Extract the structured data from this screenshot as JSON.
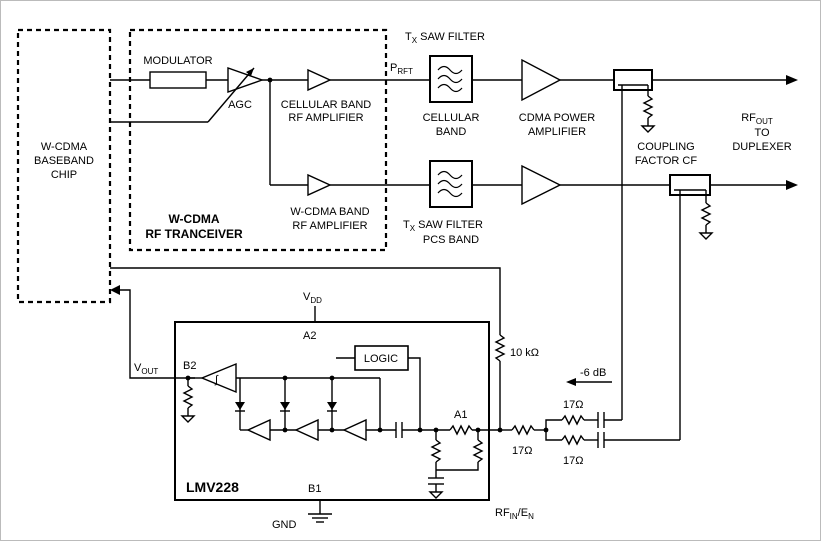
{
  "blocks": {
    "baseband": [
      "W-CDMA",
      "BASEBAND",
      "CHIP"
    ],
    "transceiver": [
      "W-CDMA",
      "RF TRANCEIVER"
    ],
    "modulator": "MODULATOR",
    "agc": "AGC",
    "cell_amp": [
      "CELLULAR BAND",
      "RF AMPLIFIER"
    ],
    "wcdma_amp": [
      "W-CDMA BAND",
      "RF AMPLIFIER"
    ],
    "saw_top": {
      "t": "T",
      "sub": "X",
      "rest": " SAW FILTER"
    },
    "saw_top_label": [
      "CELLULAR",
      "BAND"
    ],
    "prft": {
      "p": "P",
      "sub": "RFT"
    },
    "saw_bottom": {
      "t": "T",
      "sub": "X",
      "rest": " SAW FILTER"
    },
    "saw_bottom_label": "PCS BAND",
    "pa": [
      "CDMA POWER",
      "AMPLIFIER"
    ],
    "coupling": "COUPLING",
    "coupling2": "FACTOR CF",
    "rfout": {
      "rf": "RF",
      "sub": "OUT",
      "line2": "TO",
      "line3": "DUPLEXER"
    }
  },
  "chip": {
    "name": "LMV228",
    "vdd": {
      "v": "V",
      "sub": "DD"
    },
    "a2": "A2",
    "b2": "B2",
    "a1": "A1",
    "b1": "B1",
    "logic": "LOGIC",
    "vout": {
      "v": "V",
      "sub": "OUT"
    },
    "gnd": "GND",
    "rfin": {
      "rf": "RF",
      "sub": "IN",
      "sep": "/",
      "en": "E",
      "ensub": "N"
    },
    "integrator": "∫"
  },
  "components": {
    "r10k": "10 kΩ",
    "att": "-6 dB",
    "r17_top": "17Ω",
    "r17_mid": "17Ω",
    "r17_bot": "17Ω"
  }
}
